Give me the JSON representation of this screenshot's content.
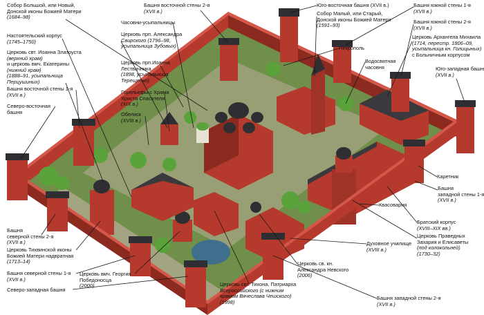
{
  "title": "",
  "colors": {
    "wall": "#b5392c",
    "wall_dark": "#8c2a20",
    "wall_top": "#d5574a",
    "roof": "#2f2f33",
    "ground": "#6f8f4a",
    "path": "#b9ad98",
    "tree": "#5aa33a",
    "pond": "#3f6f8c",
    "leader": "#1a1a1a"
  },
  "labels": [
    {
      "id": "sobor-bolshoy",
      "lines": [
        {
          "t": "Собор Большой, или Новый,",
          "i": false
        },
        {
          "t": "Донской иконы Божией Матери",
          "i": false
        },
        {
          "t": "(1684–98)",
          "i": true
        }
      ]
    },
    {
      "id": "nastoyatelsky",
      "lines": [
        {
          "t": "Настоятельский корпус",
          "i": false
        },
        {
          "t": "(1745–1750)",
          "i": true
        }
      ]
    },
    {
      "id": "zlatoust",
      "lines": [
        {
          "t": "Церковь свт. Иоанна Златоуста",
          "i": false
        },
        {
          "t": "(верхний храм)",
          "i": true
        },
        {
          "t": "и церковь вмч. Екатерины",
          "i": false
        },
        {
          "t": "(нижний храм)",
          "i": true
        },
        {
          "t": "(1888–91, усыпальница",
          "i": true
        },
        {
          "t": "Перцушиных)",
          "i": true
        }
      ]
    },
    {
      "id": "vost-1",
      "lines": [
        {
          "t": "Башня восточной стены 1-я",
          "i": false
        },
        {
          "t": "(XVII в.)",
          "i": true
        }
      ]
    },
    {
      "id": "sev-vost",
      "lines": [
        {
          "t": "Северо-восточная",
          "i": false
        },
        {
          "t": "башня",
          "i": false
        }
      ]
    },
    {
      "id": "sev-vost-2",
      "lines": [
        {
          "t": "Башня",
          "i": false
        },
        {
          "t": "северной стены 2-я",
          "i": false
        },
        {
          "t": "(XVII в.)",
          "i": true
        }
      ]
    },
    {
      "id": "tikhvin",
      "lines": [
        {
          "t": "Церковь Тихвинской иконы",
          "i": false
        },
        {
          "t": "Божией Матери надвратная",
          "i": false
        },
        {
          "t": "(1713–14)",
          "i": true
        }
      ]
    },
    {
      "id": "sev-1",
      "lines": [
        {
          "t": "Башня северной стены 1-я",
          "i": false
        },
        {
          "t": "(XVII в.)",
          "i": true
        }
      ]
    },
    {
      "id": "sev-zap",
      "lines": [
        {
          "t": "Северо-западная башня",
          "i": false
        }
      ]
    },
    {
      "id": "georgy",
      "lines": [
        {
          "t": "Церковь вмч. Георгия",
          "i": false
        },
        {
          "t": "Победоносца",
          "i": false
        },
        {
          "t": "(2000)",
          "i": true
        }
      ]
    },
    {
      "id": "vost-2",
      "lines": [
        {
          "t": "Башня восточной стены 2-я",
          "i": false
        },
        {
          "t": "(XVII в.)",
          "i": true
        }
      ]
    },
    {
      "id": "chasovni",
      "lines": [
        {
          "t": "Часовни-усыпальницы",
          "i": false
        }
      ]
    },
    {
      "id": "svirsky",
      "lines": [
        {
          "t": "Церковь прп. Александра",
          "i": false
        },
        {
          "t": "Свирского (1796–98,",
          "i": true
        },
        {
          "t": "усыпальница Зубовых)",
          "i": true
        }
      ]
    },
    {
      "id": "lestvichnik",
      "lines": [
        {
          "t": "Церковь прп.Иоанна",
          "i": false
        },
        {
          "t": "Лествичника",
          "i": false
        },
        {
          "t": "(1898, усыпальница",
          "i": true
        },
        {
          "t": "Терещенко)",
          "i": true
        }
      ]
    },
    {
      "id": "gorelefy",
      "lines": [
        {
          "t": "Горельефы с Храма",
          "i": false
        },
        {
          "t": "Христа Спасителя",
          "i": false
        },
        {
          "t": "(XIX в.)",
          "i": true
        }
      ]
    },
    {
      "id": "obelisk",
      "lines": [
        {
          "t": "Обелиск",
          "i": false
        },
        {
          "t": "(XVIII в.)",
          "i": true
        }
      ]
    },
    {
      "id": "yugo-vost",
      "lines": [
        {
          "t": "Юго-восточная башня (XVII в.)",
          "i": false
        }
      ]
    },
    {
      "id": "sobor-maly",
      "lines": [
        {
          "t": "Собор Малый, или Старый,",
          "i": false
        },
        {
          "t": "Донской иконы Божией Матери",
          "i": false
        },
        {
          "t": "(1591–93)",
          "i": true
        }
      ]
    },
    {
      "id": "nekropol",
      "lines": [
        {
          "t": "Некрополь",
          "i": false
        }
      ]
    },
    {
      "id": "vodosvyat",
      "lines": [
        {
          "t": "Водосвятная",
          "i": false
        },
        {
          "t": "часовня",
          "i": false
        }
      ]
    },
    {
      "id": "yuzh-1",
      "lines": [
        {
          "t": "Башня южной стены 1-я",
          "i": false
        },
        {
          "t": "(XVII в.)",
          "i": true
        }
      ]
    },
    {
      "id": "yuzh-2",
      "lines": [
        {
          "t": "Башня южной стены 2-я",
          "i": false
        },
        {
          "t": "(XVII в.)",
          "i": true
        }
      ]
    },
    {
      "id": "arkhangel",
      "lines": [
        {
          "t": "Церковь Архангела Михаила",
          "i": false
        },
        {
          "t": "(1714, перестр. 1806–09,",
          "i": true
        },
        {
          "t": "усыпальница кн. Голицыных)",
          "i": true
        },
        {
          "t": "с Больничным корпусом",
          "i": false
        }
      ]
    },
    {
      "id": "yugo-zap",
      "lines": [
        {
          "t": "Юго-западная башня",
          "i": false
        },
        {
          "t": "(XVII в.)",
          "i": true
        }
      ]
    },
    {
      "id": "karetnik",
      "lines": [
        {
          "t": "Каретник",
          "i": false
        }
      ]
    },
    {
      "id": "zap-1",
      "lines": [
        {
          "t": "Башня",
          "i": false
        },
        {
          "t": "западной стены 1-я",
          "i": false
        },
        {
          "t": "(XVII в.)",
          "i": true
        }
      ]
    },
    {
      "id": "kvasovarnya",
      "lines": [
        {
          "t": "Квасоварня",
          "i": false
        }
      ]
    },
    {
      "id": "bratsky",
      "lines": [
        {
          "t": "Братский корпус",
          "i": false
        },
        {
          "t": "(XVIII–XIX вв.)",
          "i": true
        }
      ]
    },
    {
      "id": "zakhariya",
      "lines": [
        {
          "t": "Церковь Праведных",
          "i": false
        },
        {
          "t": "Захария и Елисаветы",
          "i": false
        },
        {
          "t": "(под колокольней)",
          "i": true
        },
        {
          "t": "(1730–32)",
          "i": true
        }
      ]
    },
    {
      "id": "uchilishche",
      "lines": [
        {
          "t": "Духовное училище",
          "i": false
        },
        {
          "t": "(XVIII в.)",
          "i": true
        }
      ]
    },
    {
      "id": "nevsky",
      "lines": [
        {
          "t": "Церковь св. кн.",
          "i": false
        },
        {
          "t": "Александра Невского",
          "i": false
        },
        {
          "t": "(2006)",
          "i": true
        }
      ]
    },
    {
      "id": "tikhon",
      "lines": [
        {
          "t": "Церковь свт. Тихона, Патриарха",
          "i": false
        },
        {
          "t": "Всероссийского (с нижним",
          "i": true
        },
        {
          "t": "храмом Вячеслава Чешского)",
          "i": true
        },
        {
          "t": "(1998)",
          "i": true
        }
      ]
    },
    {
      "id": "zap-2",
      "lines": [
        {
          "t": "Башня западной стены 2-я",
          "i": false
        },
        {
          "t": "(XVII в.)",
          "i": true
        }
      ]
    }
  ]
}
